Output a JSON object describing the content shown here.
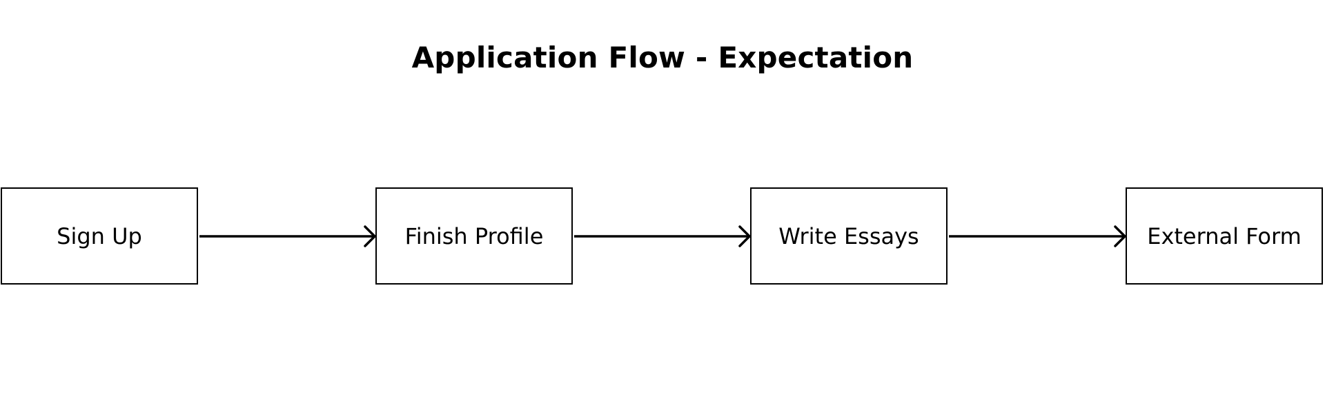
{
  "title": "Application Flow - Expectation",
  "steps": [
    {
      "label": "Sign Up"
    },
    {
      "label": "Finish Profile"
    },
    {
      "label": "Write Essays"
    },
    {
      "label": "External Form"
    }
  ],
  "connectors": [
    {
      "from": "Sign Up",
      "to": "Finish Profile"
    },
    {
      "from": "Finish Profile",
      "to": "Write Essays"
    },
    {
      "from": "Write Essays",
      "to": "External Form"
    }
  ],
  "colors": {
    "background": "#ffffff",
    "stroke": "#000000",
    "text": "#000000"
  }
}
